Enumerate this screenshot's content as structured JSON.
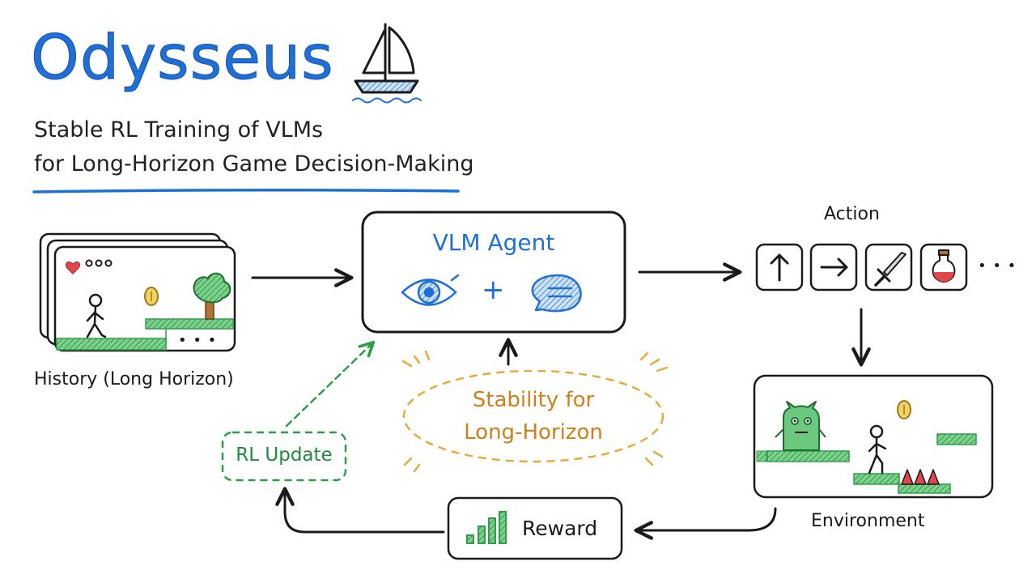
{
  "title": "Odysseus",
  "subtitle": {
    "line1": "Stable RL Training of VLMs",
    "line2": "for Long-Horizon Game Decision-Making"
  },
  "history": {
    "label": "History (Long Horizon)",
    "dots": "• • •"
  },
  "agent": {
    "title": "VLM Agent",
    "plus": "+",
    "icons": [
      "eye-icon",
      "chat-bubble-icon"
    ]
  },
  "action": {
    "label": "Action",
    "icons": [
      "arrow-up-icon",
      "arrow-right-icon",
      "sword-icon",
      "potion-icon"
    ],
    "more": "• • •"
  },
  "environment": {
    "label": "Environment"
  },
  "stability": {
    "line1": "Stability for",
    "line2": "Long-Horizon"
  },
  "rl_update": {
    "label": "RL Update"
  },
  "reward": {
    "label": "Reward"
  },
  "colors": {
    "blue": "#1f6fd6",
    "green": "#2e9e4a",
    "orange": "#d0801a",
    "ink": "#1a1a1a"
  }
}
